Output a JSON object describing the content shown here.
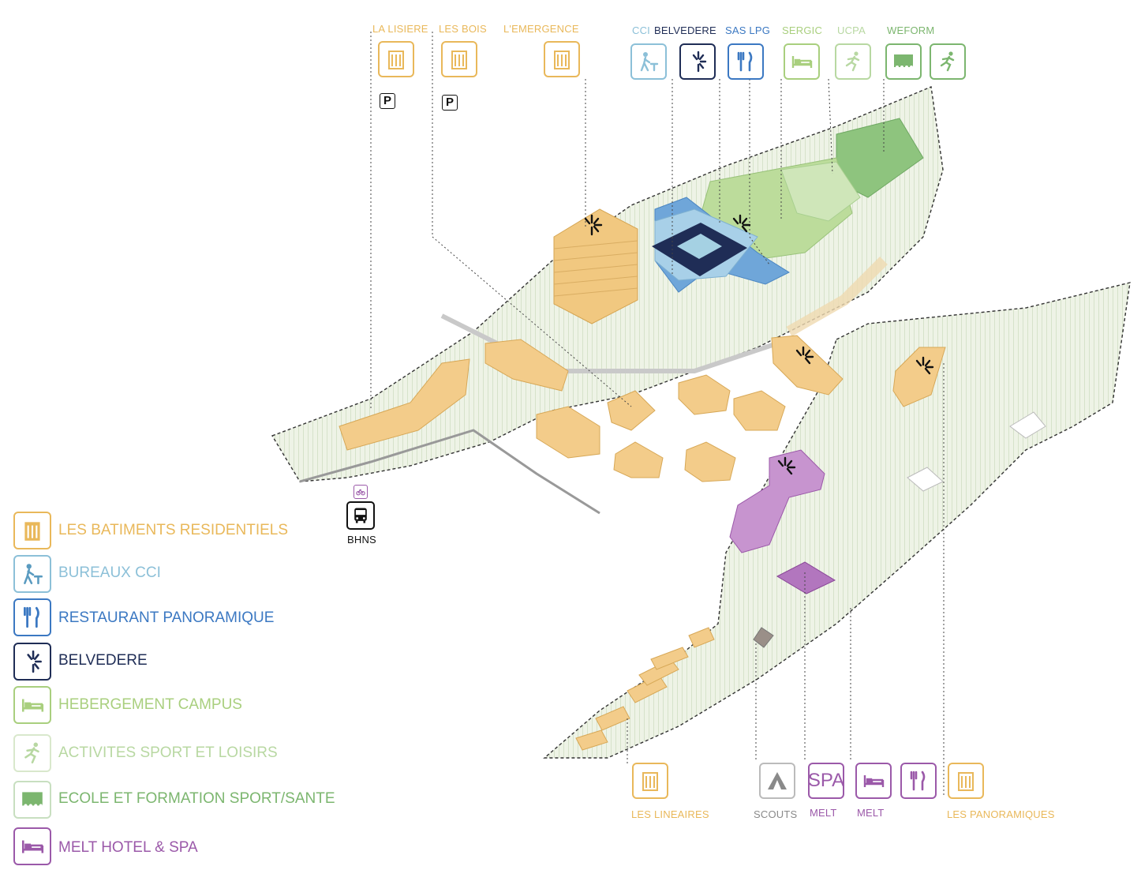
{
  "colors": {
    "residential": "#e9b85a",
    "bureaux": "#8cc0d8",
    "restaurant": "#3b78c2",
    "belvedere": "#1f2d56",
    "hebergement": "#a9cf7e",
    "sport": "#b8d8a2",
    "ecole": "#7cb66f",
    "melt": "#9b59a9",
    "scouts": "#8a8a8a"
  },
  "top_labels": {
    "la_lisiere": "LA LISIERE",
    "les_bois": "LES BOIS",
    "emergence": "L'EMERGENCE",
    "cci": "CCI",
    "belvedere": "BELVEDERE",
    "sas_lpg": "SAS LPG",
    "sergic": "SERGIC",
    "ucpa": "UCPA",
    "weform": "WEFORM"
  },
  "parking_label": "P",
  "transport": {
    "bus_label": "BHNS",
    "bus_icon": "bus-icon",
    "bike_icon": "bike-icon"
  },
  "bottom_labels": {
    "lineaires": "LES LINEAIRES",
    "scouts": "SCOUTS",
    "melt_spa": "MELT",
    "melt_hotel": "MELT",
    "panoramiques": "LES PANORAMIQUES",
    "spa_icon_text": "SPA"
  },
  "legend": [
    {
      "label": "LES BATIMENTS RESIDENTIELS",
      "icon": "building-icon",
      "color": "#e9b85a"
    },
    {
      "label": "BUREAUX CCI",
      "icon": "office-worker-icon",
      "color": "#8cc0d8"
    },
    {
      "label": "RESTAURANT PANORAMIQUE",
      "icon": "fork-knife-icon",
      "color": "#3b78c2"
    },
    {
      "label": "BELVEDERE",
      "icon": "viewpoint-icon",
      "color": "#1f2d56"
    },
    {
      "label": "HEBERGEMENT CAMPUS",
      "icon": "bed-icon",
      "color": "#a9cf7e"
    },
    {
      "label": "ACTIVITES SPORT ET LOISIRS",
      "icon": "runner-icon",
      "color": "#b8d8a2"
    },
    {
      "label": "ECOLE ET FORMATION SPORT/SANTE",
      "icon": "school-icon",
      "color": "#7cb66f"
    },
    {
      "label": "MELT HOTEL & SPA",
      "icon": "bed-icon",
      "color": "#9b59a9"
    }
  ]
}
